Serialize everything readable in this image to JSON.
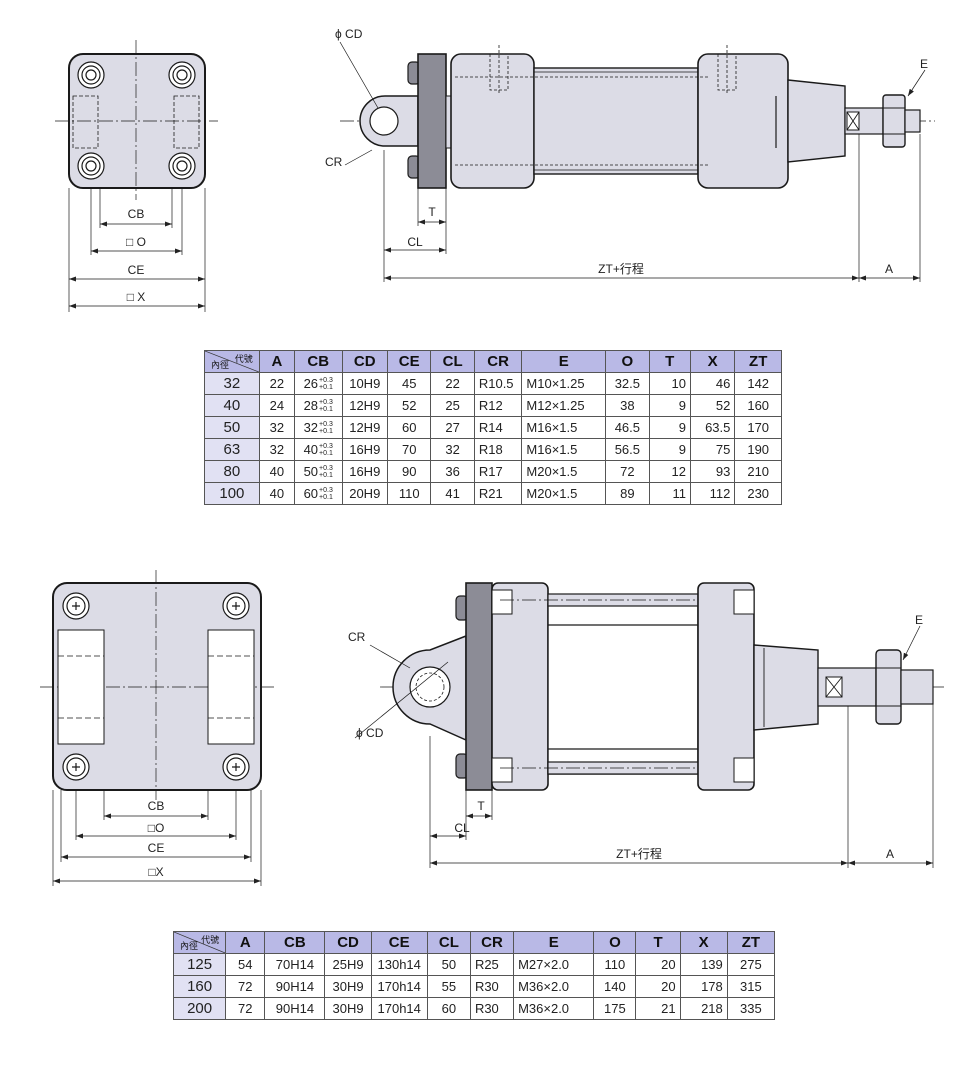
{
  "drawing1": {
    "front_labels": {
      "cb": "CB",
      "o": "□ O",
      "ce": "CE",
      "x": "□ X"
    },
    "side_labels": {
      "cd": "ϕ CD",
      "cr": "CR",
      "t": "T",
      "cl": "CL",
      "zt": "ZT+行程",
      "a": "A",
      "e": "E"
    }
  },
  "table1": {
    "corner_top": "代號",
    "corner_bottom": "內徑",
    "headers": [
      "A",
      "CB",
      "CD",
      "CE",
      "CL",
      "CR",
      "E",
      "O",
      "T",
      "X",
      "ZT"
    ],
    "tolerance": {
      "upper": "+0.3",
      "lower": "+0.1"
    },
    "rows": [
      {
        "bore": "32",
        "A": "22",
        "CB": "26",
        "CD": "10H9",
        "CE": "45",
        "CL": "22",
        "CR": "R10.5",
        "E": "M10×1.25",
        "O": "32.5",
        "T": "10",
        "X": "46",
        "ZT": "142"
      },
      {
        "bore": "40",
        "A": "24",
        "CB": "28",
        "CD": "12H9",
        "CE": "52",
        "CL": "25",
        "CR": "R12",
        "E": "M12×1.25",
        "O": "38",
        "T": "9",
        "X": "52",
        "ZT": "160"
      },
      {
        "bore": "50",
        "A": "32",
        "CB": "32",
        "CD": "12H9",
        "CE": "60",
        "CL": "27",
        "CR": "R14",
        "E": "M16×1.5",
        "O": "46.5",
        "T": "9",
        "X": "63.5",
        "ZT": "170"
      },
      {
        "bore": "63",
        "A": "32",
        "CB": "40",
        "CD": "16H9",
        "CE": "70",
        "CL": "32",
        "CR": "R18",
        "E": "M16×1.5",
        "O": "56.5",
        "T": "9",
        "X": "75",
        "ZT": "190"
      },
      {
        "bore": "80",
        "A": "40",
        "CB": "50",
        "CD": "16H9",
        "CE": "90",
        "CL": "36",
        "CR": "R17",
        "E": "M20×1.5",
        "O": "72",
        "T": "12",
        "X": "93",
        "ZT": "210"
      },
      {
        "bore": "100",
        "A": "40",
        "CB": "60",
        "CD": "20H9",
        "CE": "110",
        "CL": "41",
        "CR": "R21",
        "E": "M20×1.5",
        "O": "89",
        "T": "11",
        "X": "112",
        "ZT": "230"
      }
    ]
  },
  "drawing2": {
    "front_labels": {
      "cb": "CB",
      "o": "□O",
      "ce": "CE",
      "x": "□X"
    },
    "side_labels": {
      "cd": "ϕ CD",
      "cr": "CR",
      "t": "T",
      "cl": "CL",
      "zt": "ZT+行程",
      "a": "A",
      "e": "E"
    }
  },
  "table2": {
    "corner_top": "代號",
    "corner_bottom": "內徑",
    "headers": [
      "A",
      "CB",
      "CD",
      "CE",
      "CL",
      "CR",
      "E",
      "O",
      "T",
      "X",
      "ZT"
    ],
    "rows": [
      {
        "bore": "125",
        "A": "54",
        "CB": "70H14",
        "CD": "25H9",
        "CE": "130h14",
        "CL": "50",
        "CR": "R25",
        "E": "M27×2.0",
        "O": "110",
        "T": "20",
        "X": "139",
        "ZT": "275"
      },
      {
        "bore": "160",
        "A": "72",
        "CB": "90H14",
        "CD": "30H9",
        "CE": "170h14",
        "CL": "55",
        "CR": "R30",
        "E": "M36×2.0",
        "O": "140",
        "T": "20",
        "X": "178",
        "ZT": "315"
      },
      {
        "bore": "200",
        "A": "72",
        "CB": "90H14",
        "CD": "30H9",
        "CE": "170h14",
        "CL": "60",
        "CR": "R30",
        "E": "M36×2.0",
        "O": "175",
        "T": "21",
        "X": "218",
        "ZT": "335"
      }
    ]
  },
  "colors": {
    "body_fill": "#dcdce6",
    "flange_fill": "#8c8c96",
    "line": "#1a1a1a",
    "header_bg": "#b9b9e6",
    "bore_bg": "#e1e1f3"
  }
}
